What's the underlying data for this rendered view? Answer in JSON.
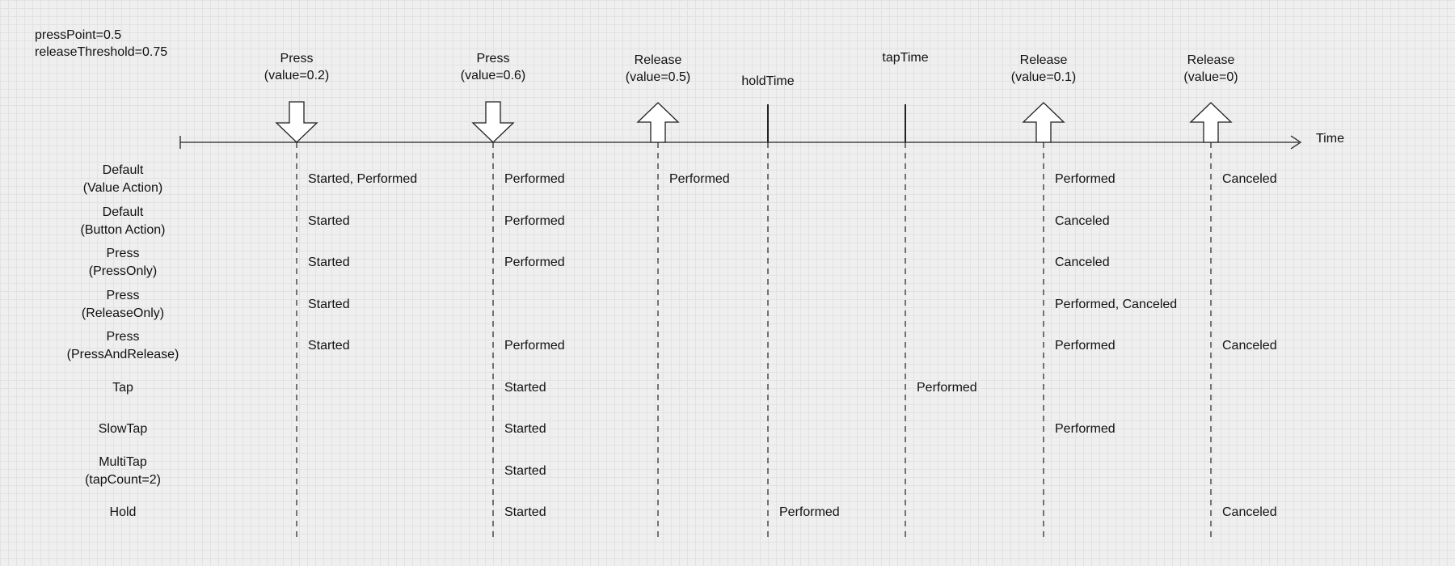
{
  "params": [
    "pressPoint=0.5",
    "releaseThreshold=0.75"
  ],
  "time_label": "Time",
  "events": [
    {
      "kind": "press",
      "title": "Press",
      "value": "(value=0.2)"
    },
    {
      "kind": "press",
      "title": "Press",
      "value": "(value=0.6)"
    },
    {
      "kind": "release",
      "title": "Release",
      "value": "(value=0.5)"
    },
    {
      "kind": "marker",
      "title": "holdTime",
      "value": ""
    },
    {
      "kind": "marker",
      "title": "tapTime",
      "value": ""
    },
    {
      "kind": "release",
      "title": "Release",
      "value": "(value=0.1)"
    },
    {
      "kind": "release",
      "title": "Release",
      "value": "(value=0)"
    }
  ],
  "rows": [
    {
      "label": [
        "Default",
        "(Value Action)"
      ],
      "cells": [
        "Started, Performed",
        "Performed",
        "Performed",
        "",
        "",
        "Performed",
        "Canceled"
      ]
    },
    {
      "label": [
        "Default",
        "(Button Action)"
      ],
      "cells": [
        "Started",
        "Performed",
        "",
        "",
        "",
        "Canceled",
        ""
      ]
    },
    {
      "label": [
        "Press",
        "(PressOnly)"
      ],
      "cells": [
        "Started",
        "Performed",
        "",
        "",
        "",
        "Canceled",
        ""
      ]
    },
    {
      "label": [
        "Press",
        "(ReleaseOnly)"
      ],
      "cells": [
        "Started",
        "",
        "",
        "",
        "",
        "Performed, Canceled",
        ""
      ]
    },
    {
      "label": [
        "Press",
        "(PressAndRelease)"
      ],
      "cells": [
        "Started",
        "Performed",
        "",
        "",
        "",
        "Performed",
        "Canceled"
      ]
    },
    {
      "label": [
        "Tap"
      ],
      "cells": [
        "",
        "Started",
        "",
        "",
        "Performed",
        "",
        ""
      ]
    },
    {
      "label": [
        "SlowTap"
      ],
      "cells": [
        "",
        "Started",
        "",
        "",
        "",
        "Performed",
        ""
      ]
    },
    {
      "label": [
        "MultiTap",
        "(tapCount=2)"
      ],
      "cells": [
        "",
        "Started",
        "",
        "",
        "",
        "",
        ""
      ]
    },
    {
      "label": [
        "Hold"
      ],
      "cells": [
        "",
        "Started",
        "",
        "Performed",
        "",
        "",
        "Canceled"
      ]
    }
  ]
}
